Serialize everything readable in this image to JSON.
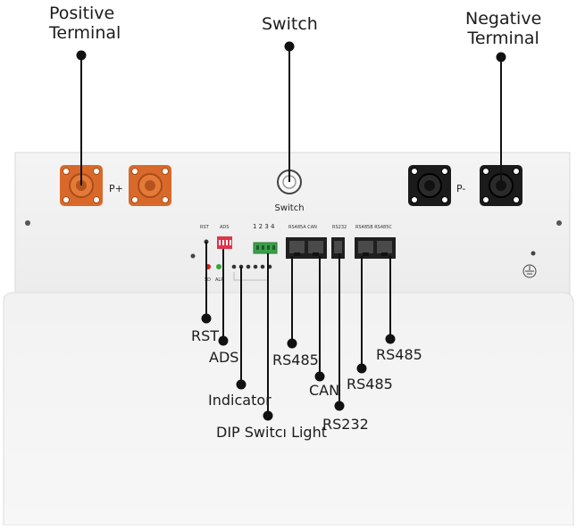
{
  "callouts": {
    "positive_terminal": [
      "Positive",
      "Terminal"
    ],
    "switch": "Switch",
    "negative_terminal": [
      "Negative",
      "Terminal"
    ],
    "rst": "RST",
    "ads": "ADS",
    "rs485_a": "RS485",
    "can": "CAN",
    "rs485_b": "RS485",
    "rs485_c": "RS485",
    "indicator": "Indicator",
    "rs232": "RS232",
    "dip_switch_light": "DIP Switcı Light"
  },
  "panel": {
    "p_plus": "P+",
    "p_minus": "P-",
    "switch_label": "Switch",
    "dip_numbers": "1 2 3 4",
    "port_labels": {
      "rst": "RST",
      "ads": "ADS",
      "rs485a_can": "RS485A  CAN",
      "rs232": "RS232",
      "rs485b_rs485c": "RS485B  RS485C",
      "sd": "SD",
      "alr": "ALR"
    }
  },
  "colors": {
    "positive_terminal": "#d9692a",
    "negative_terminal": "#1b1b1b",
    "dip_switch_red": "#e0334a",
    "terminal_block_green": "#3aa04a",
    "led_red": "#d92020",
    "led_green": "#39a53a"
  }
}
